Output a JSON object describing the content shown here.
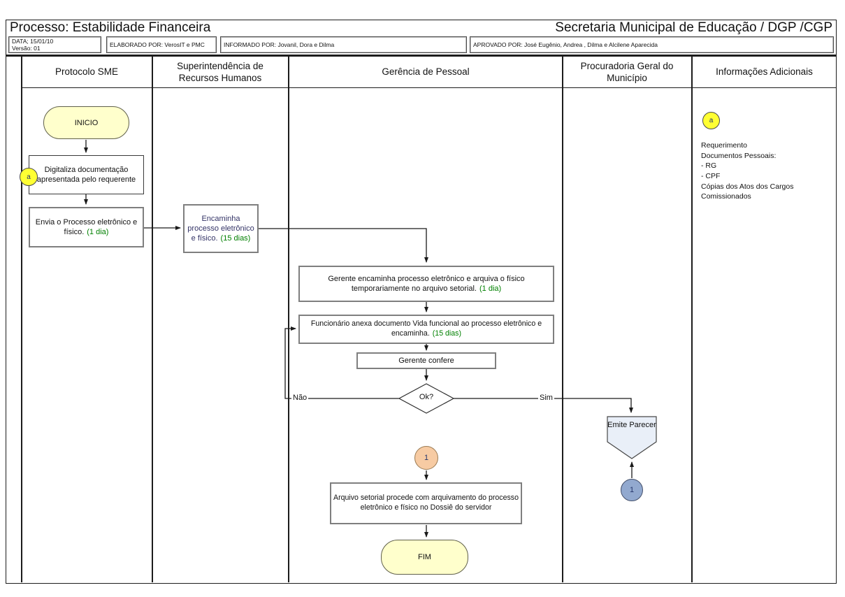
{
  "header": {
    "title_left": "Processo: Estabilidade Financeira",
    "title_right": "Secretaria Municipal de Educação / DGP /CGP",
    "meta_date_line1": "DATA; 15/01/10",
    "meta_date_line2": "Versão: 01",
    "meta_elaborado": "ELABORADO POR: VerosIT e PMC",
    "meta_informado": "INFORMADO POR: Jovanil,  Dora e Dilma",
    "meta_aprovado": "APROVADO POR: José Eugênio, Andrea , Dilma e Alcilene Aparecida"
  },
  "lanes": {
    "lane1": "Protocolo SME",
    "lane2": "Superintendência de Recursos Humanos",
    "lane3": "Gerência de Pessoal",
    "lane4": "Procuradoria Geral do Município",
    "lane5": "Informações Adicionais"
  },
  "nodes": {
    "inicio": "INICIO",
    "annotation_marker": "a",
    "digitaliza": "Digitaliza documentação apresentada pelo requerente",
    "envia_text": "Envia o Processo eletrônico e físico.",
    "envia_duration": "(1 dia)",
    "encaminha_text": "Encaminha processo eletrônico e físico.",
    "encaminha_duration": "(15 dias)",
    "gerente_encaminha_text": "Gerente encaminha processo eletrônico e arquiva o físico temporariamente no arquivo setorial.",
    "gerente_encaminha_duration": "(1 dia)",
    "funcionario_text": "Funcionário anexa documento Vida funcional ao processo eletrônico e encaminha.",
    "funcionario_duration": "(15 dias)",
    "gerente_confere": "Gerente confere",
    "decision": "Ok?",
    "label_nao": "Não",
    "label_sim": "Sim",
    "emite_parecer": "Emite Parecer",
    "connector_orange": "1",
    "connector_blue": "1",
    "arquivo": "Arquivo setorial procede com arquivamento do processo eletrônico e físico no Dossiê do servidor",
    "fim": "FIM"
  },
  "annotations": {
    "marker": "a",
    "line1": "Requerimento",
    "line2": "Documentos Pessoais:",
    "line3": "- RG",
    "line4": "- CPF",
    "line5": "Cópias dos Atos dos Cargos Comissionados"
  },
  "colors": {
    "stadium_fill": "#FFFFCC",
    "annotation_yellow": "#FFFF33",
    "connector_orange_fill": "#F7CBA3",
    "connector_blue_fill": "#92A9CF",
    "pentagon_fill": "#E9EFF8",
    "duration_green": "#008000",
    "encaminha_text_navy": "#333366"
  }
}
